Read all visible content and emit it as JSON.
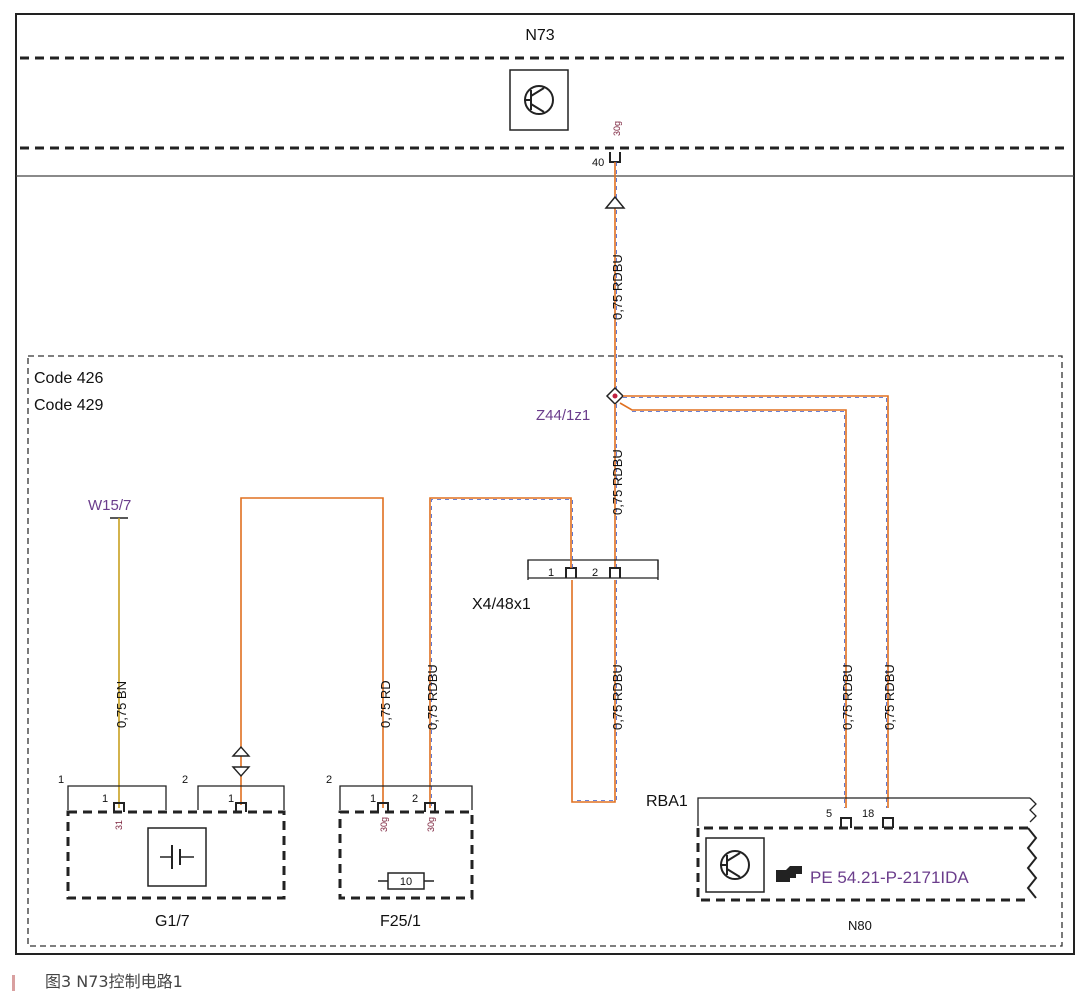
{
  "title": "N73",
  "codes": [
    "Code 426",
    "Code 429"
  ],
  "splice": "Z44/1z1",
  "ground_ref": "W15/7",
  "connector": {
    "name": "X4/48x1",
    "pins": [
      "1",
      "2"
    ]
  },
  "terminals": {
    "n73_pin": "40",
    "n73_term": "30g",
    "g17_term": "31",
    "f25_term1": "30g",
    "f25_term2": "30g",
    "rba_pins": [
      "5",
      "18"
    ]
  },
  "wires": {
    "main_upper": "0,75 RDBU",
    "main_lower": "0,75 RDBU",
    "x4_down": "0,75 RDBU",
    "w15": "0,75 BN",
    "f25_rd": "0,75 RD",
    "f25_rdbu": "0,75 RDBU",
    "n80_a": "0,75 RDBU",
    "n80_b": "0,75 RDBU"
  },
  "g17": {
    "name": "G1/7",
    "conn1": "1",
    "conn2": "2",
    "pin1": "1",
    "pin2": "1"
  },
  "f25": {
    "name": "F25/1",
    "conn": "2",
    "pin1": "1",
    "pin2": "2",
    "fuse": "10"
  },
  "rba": {
    "name": "RBA1",
    "ref": "PE 54.21-P-2171IDA",
    "component": "N80"
  },
  "caption": "图3  N73控制电路1",
  "colors": {
    "rd": "#e07020",
    "bu": "#3b57c4",
    "bn": "#c8a020",
    "purple": "#6b3d8c"
  }
}
